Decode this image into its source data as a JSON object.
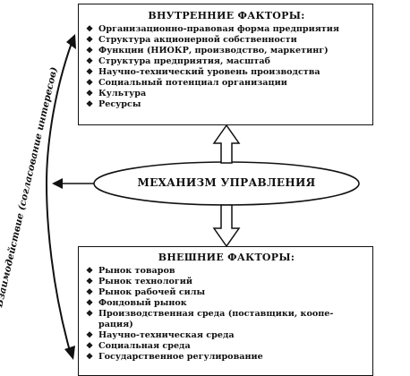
{
  "internal_factors": {
    "title": "ВНУТРЕННИЕ ФАКТОРЫ:",
    "items": [
      "Организационно-правовая форма предприятия",
      "Структура акционерной собственности",
      "Функции (НИОКР, производство, маркетинг)",
      "Структура предприятия, масштаб",
      "Научно-технический уровень производства",
      "Социальный потенциал организации",
      "Культура",
      "Ресурсы"
    ]
  },
  "mechanism": {
    "label": "МЕХАНИЗМ УПРАВЛЕНИЯ"
  },
  "external_factors": {
    "title": "ВНЕШНИЕ ФАКТОРЫ:",
    "items": [
      "Рынок товаров",
      "Рынок технологий",
      "Рынок рабочей силы",
      "Фондовый рынок",
      "Производственная среда (поставщики, коопе-",
      "рация)",
      "Научно-техническая среда",
      "Социальная среда",
      "Государственное регулирование"
    ]
  },
  "side_annotation": {
    "text": "Взаимодействие (согласование интересов)"
  },
  "bullet_glyph": "❖"
}
